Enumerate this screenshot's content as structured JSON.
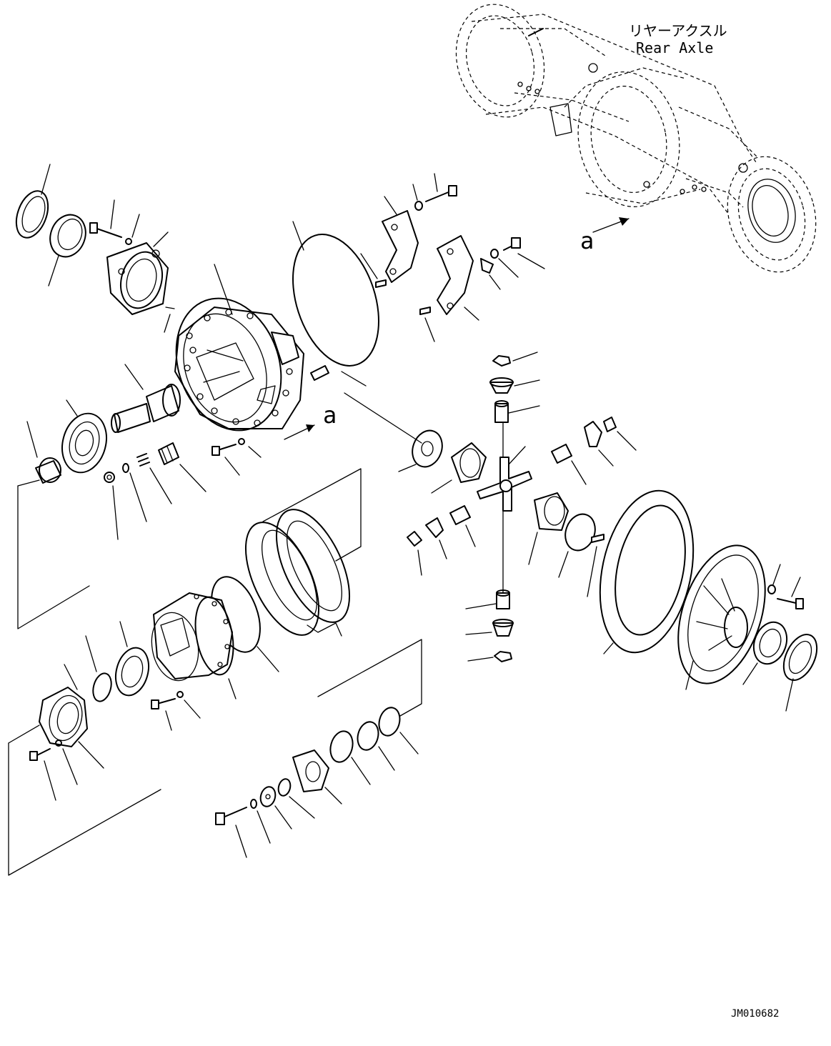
{
  "labels": {
    "assembly_jp": "リヤーアクスル",
    "assembly_en": "Rear Axle",
    "ref_a_top": "a",
    "ref_a_mid": "a",
    "drawing_no": "JM010682"
  },
  "colors": {
    "line": "#000000",
    "background": "#ffffff"
  }
}
